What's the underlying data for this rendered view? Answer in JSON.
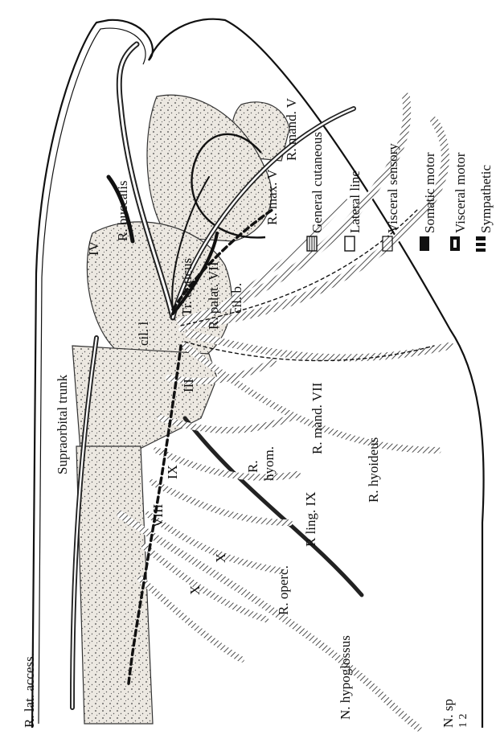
{
  "figure": {
    "labels": {
      "lat_access": "R. lat. access.",
      "supraorbital": "Supraorbital trunk",
      "buccalis": "R. buccalis",
      "mand_v": "R. mand. V",
      "max_v": "R. max. V",
      "palat_vii": "R. palat. VII",
      "tr_opticus": "Tr. opticus",
      "cil_b": "cil. b.",
      "cil_l": "cil. l",
      "mand_vii": "R. mand. VII",
      "r_hyom_1": "R.",
      "r_hyom_2": "hyom.",
      "ling_ix": "R  ling. IX",
      "hyoideus": "R. hyoideus",
      "operc": "R. operc.",
      "hypoglossus": "N. hypoglossus",
      "n_sp": "N. sp",
      "n_sp_nums": "1  2",
      "iv": "IV",
      "iii": "III",
      "viii": "VIII",
      "ix": "IX",
      "x_upper": "X",
      "x_lower": "X"
    },
    "legend": [
      {
        "label": "General cutaneous",
        "pattern": "general-cutaneous"
      },
      {
        "label": "Lateral line",
        "pattern": "lateral-line"
      },
      {
        "label": "Visceral sensory",
        "pattern": "visceral-sensory"
      },
      {
        "label": "Somatic motor",
        "pattern": "somatic-motor"
      },
      {
        "label": "Visceral motor",
        "pattern": "visceral-motor"
      },
      {
        "label": "Sympathetic",
        "pattern": "sympathetic"
      }
    ],
    "colors": {
      "ink": "#111111",
      "paper": "#ffffff",
      "stipple": "#e9e5df"
    }
  }
}
